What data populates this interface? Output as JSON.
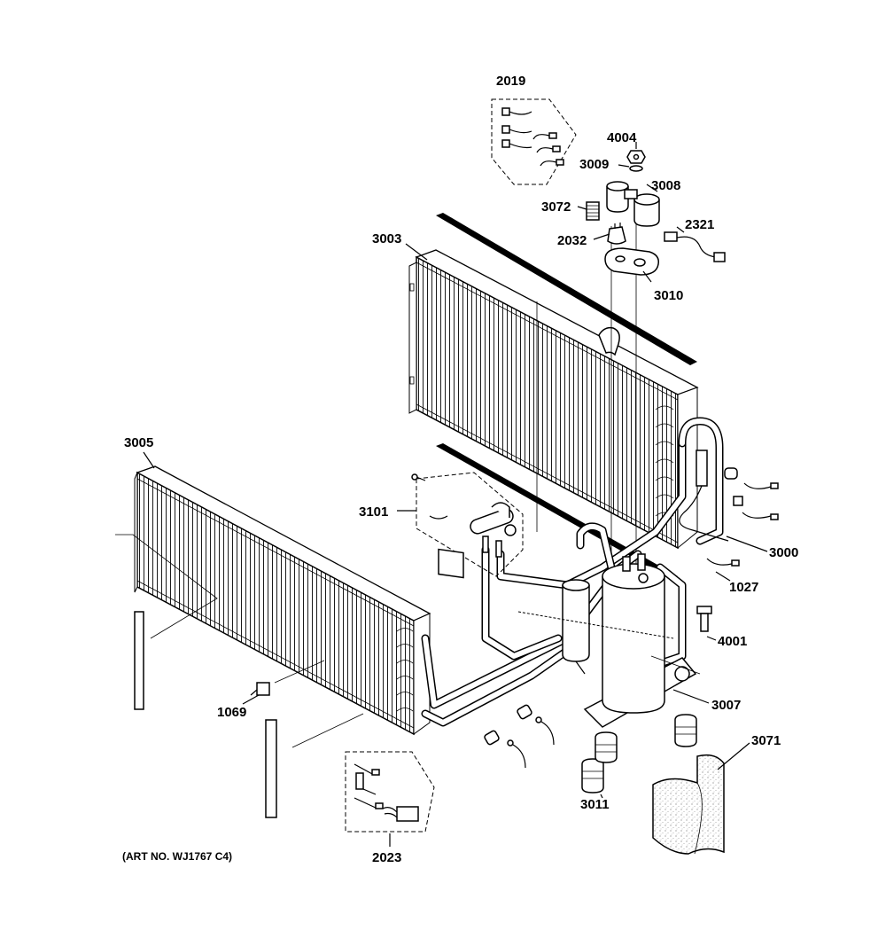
{
  "art_number": "(ART NO. WJ1767 C4)",
  "callouts": {
    "c2019": "2019",
    "c4004": "4004",
    "c3009": "3009",
    "c3008": "3008",
    "c3072": "3072",
    "c2321": "2321",
    "c2032": "2032",
    "c3003": "3003",
    "c3010": "3010",
    "c3005": "3005",
    "c3101": "3101",
    "c3000": "3000",
    "c1027": "1027",
    "c4001": "4001",
    "c1069": "1069",
    "c3007": "3007",
    "c3071": "3071",
    "c3011": "3011",
    "c2023": "2023"
  }
}
